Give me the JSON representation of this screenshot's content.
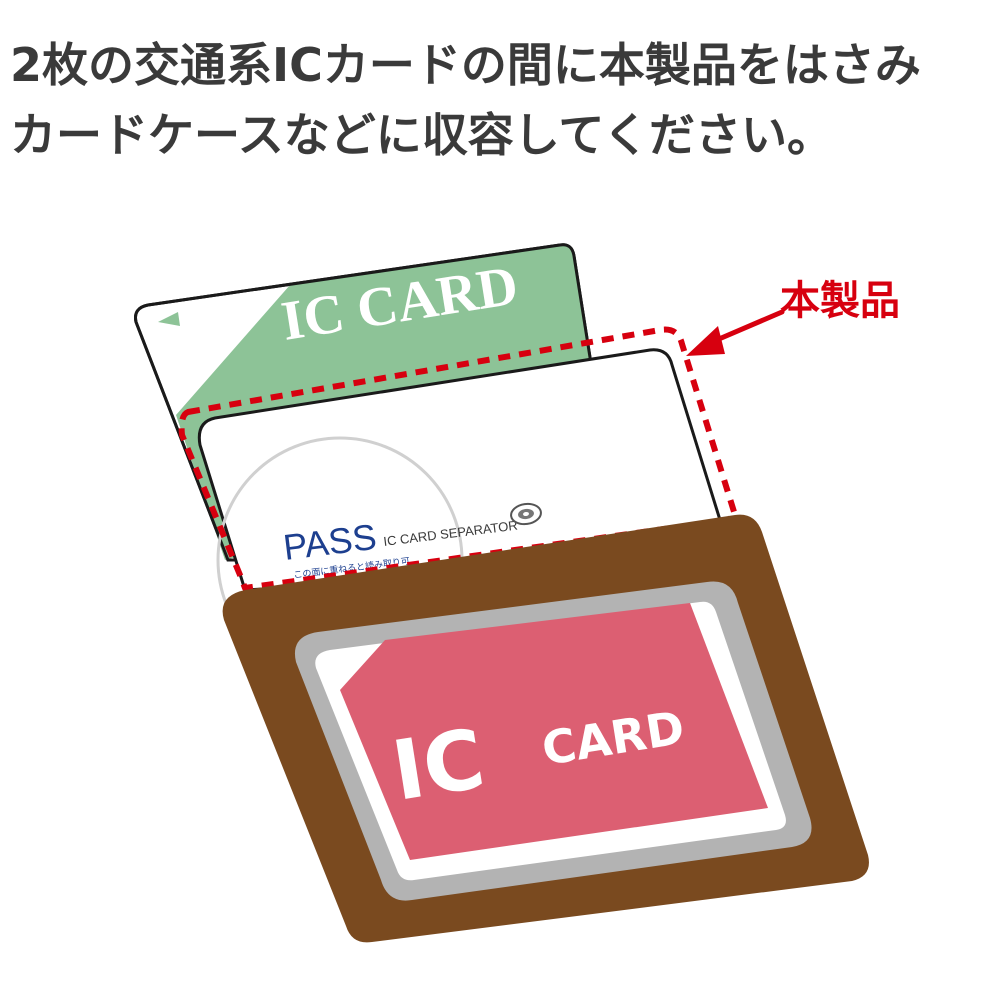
{
  "instruction": {
    "line1_number": "2",
    "line1_rest": "枚の交通系ICカードの間に本製品をはさみ",
    "line2": "カードケースなどに収容してください。"
  },
  "back_card": {
    "label": "IC CARD",
    "color": "#8dc397"
  },
  "separator": {
    "brand": "PASS",
    "product_name": "IC CARD SEPARATOR",
    "note": "この面に重ねると読み取り可"
  },
  "case": {
    "color": "#7a4a1f",
    "frame_color": "#b3b3b3",
    "card_label_large": "IC",
    "card_label_small": "CARD",
    "card_color": "#dc5f72"
  },
  "callout": {
    "label": "本製品",
    "color": "#d7000f"
  }
}
